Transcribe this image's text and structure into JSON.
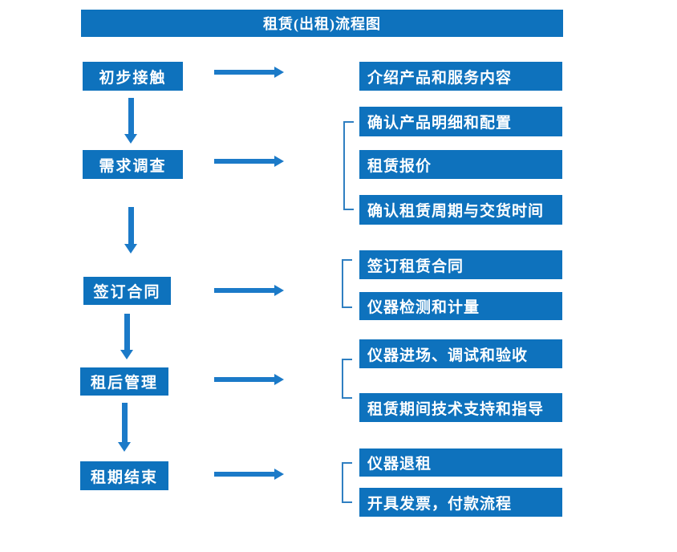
{
  "title": "租赁(出租)流程图",
  "flow": {
    "stages": [
      {
        "label": "初步接触",
        "outputs": [
          "介绍产品和服务内容"
        ]
      },
      {
        "label": "需求调查",
        "outputs": [
          "确认产品明细和配置",
          "租赁报价",
          "确认租赁周期与交货时间"
        ]
      },
      {
        "label": "签订合同",
        "outputs": [
          "签订租赁合同",
          "仪器检测和计量"
        ]
      },
      {
        "label": "租后管理",
        "outputs": [
          "仪器进场、调试和验收",
          "租赁期间技术支持和指导"
        ]
      },
      {
        "label": "租期结束",
        "outputs": [
          "仪器退租",
          "开具发票，付款流程"
        ]
      }
    ]
  },
  "colors": {
    "box_blue": "#0e72bd",
    "arrow_blue": "#1b7ac8",
    "bracket_blue": "#2f7fc1",
    "text_white": "#ffffff",
    "background": "#ffffff"
  }
}
